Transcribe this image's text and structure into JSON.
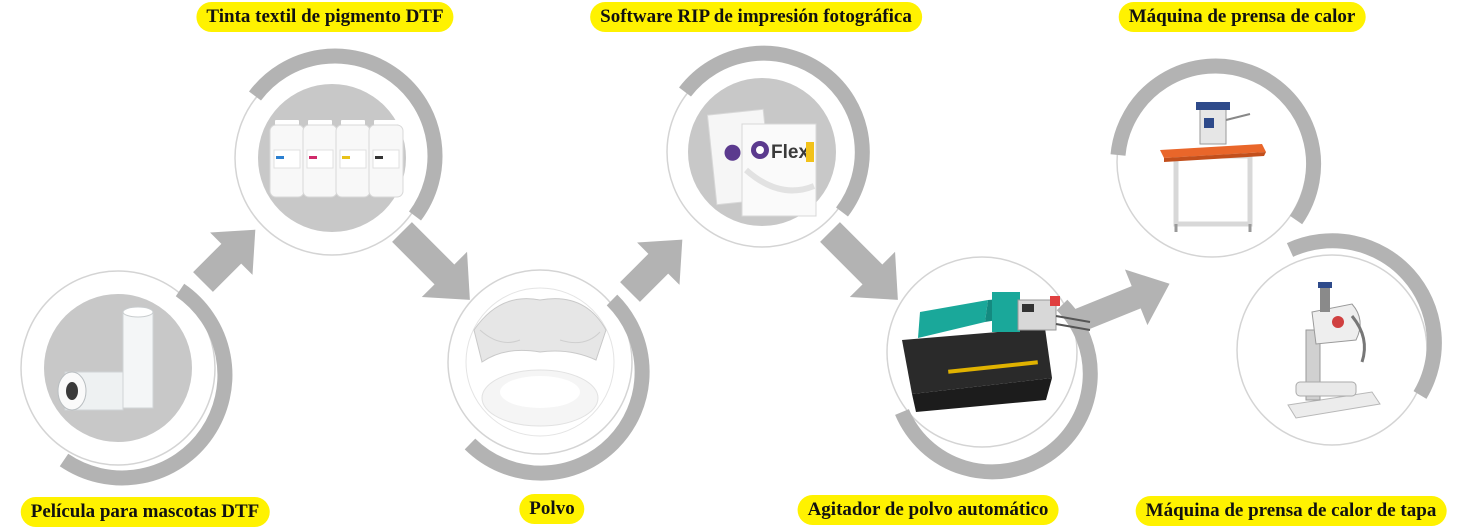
{
  "steps": [
    {
      "label": "Película para mascotas DTF",
      "icon": "film-roll-icon"
    },
    {
      "label": "Tinta textil de pigmento DTF",
      "icon": "ink-bottles-icon"
    },
    {
      "label": "Polvo",
      "icon": "powder-bag-icon"
    },
    {
      "label": "Software RIP de impresión fotográfica",
      "icon": "rip-software-box-icon",
      "brand": "Flexi"
    },
    {
      "label": "Agitador de polvo automático",
      "icon": "powder-shaker-machine-icon"
    },
    {
      "label": "Máquina de prensa de calor",
      "icon": "heat-press-machine-icon"
    },
    {
      "label": "Máquina de prensa de calor de tapa",
      "icon": "cap-heat-press-icon"
    }
  ],
  "colors": {
    "label_bg": "#fff200",
    "ring": "#b3b3b3",
    "arrow": "#b3b3b3",
    "disc": "#c8c8c8",
    "printer_accent": "#1aa89a",
    "press_accent": "#e9662a"
  }
}
